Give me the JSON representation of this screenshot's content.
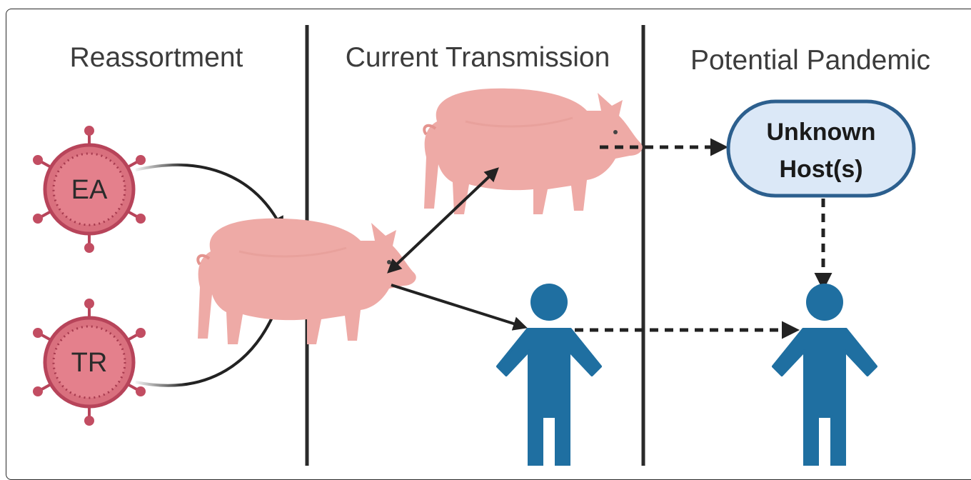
{
  "headings": {
    "reassortment": "Reassortment",
    "current_transmission": "Current Transmission",
    "potential_pandemic": "Potential Pandemic"
  },
  "viruses": {
    "ea": "EA",
    "tr": "TR"
  },
  "unknown_host": {
    "line1": "Unknown",
    "line2": "Host(s)"
  },
  "colors": {
    "virus_fill": "#d9707e",
    "virus_stroke": "#b7445a",
    "pig_body": "#eeaaa6",
    "human": "#1f6fa1",
    "host_box_fill": "#dbe8f7",
    "host_box_stroke": "#2c5f8e",
    "divider": "#2a2a2a",
    "arrow": "#222222"
  }
}
